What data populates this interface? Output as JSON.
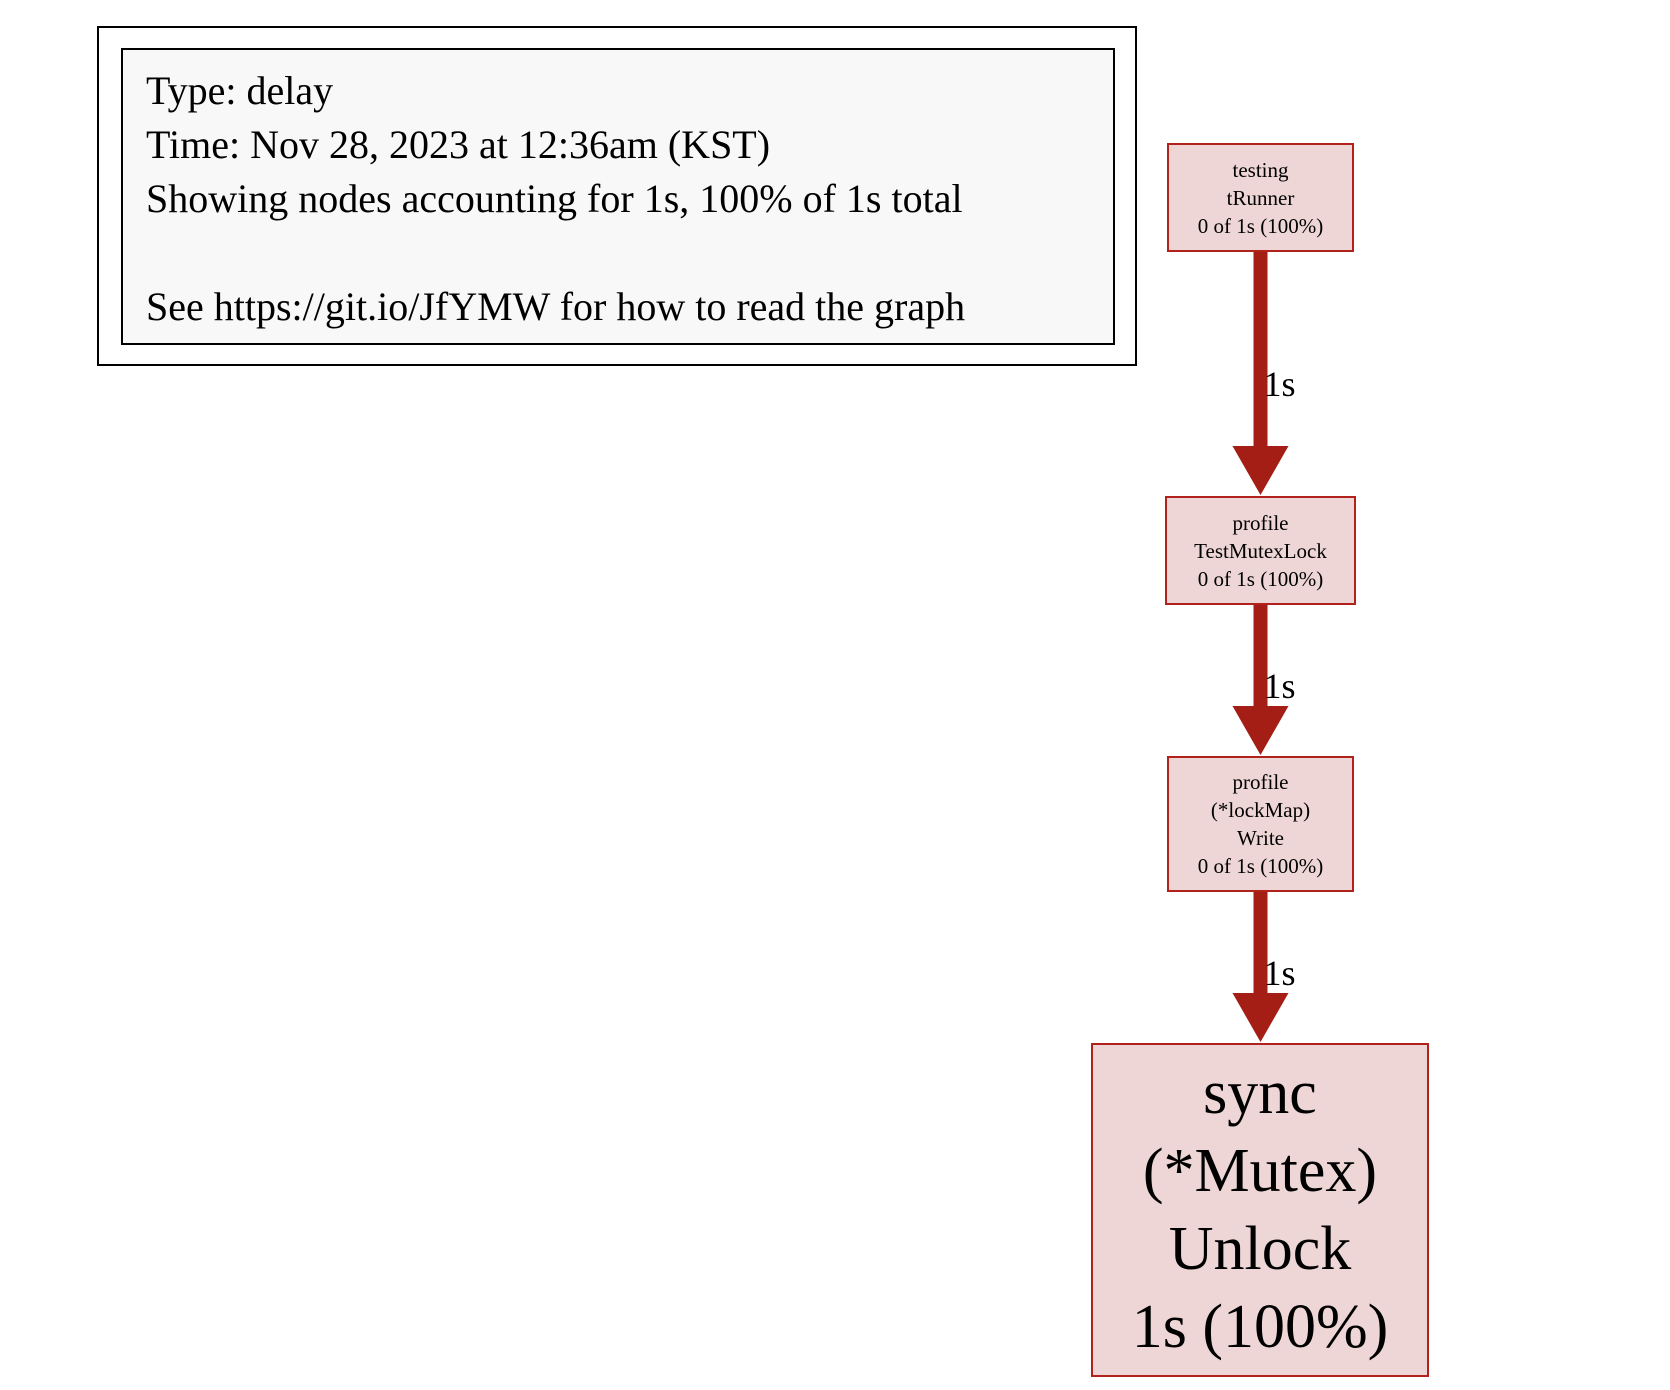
{
  "legend": {
    "type_line": "Type: delay",
    "time_line": "Time: Nov 28, 2023 at 12:36am (KST)",
    "showing_line": "Showing nodes accounting for 1s, 100% of 1s total",
    "see_line": "See https://git.io/JfYMW for how to read the graph"
  },
  "colors": {
    "node_fill": "#edd6d5",
    "node_border": "#b2221d",
    "edge": "#a41e16",
    "legend_fill": "#f8f8f8"
  },
  "nodes": [
    {
      "id": "trunner",
      "lines": [
        "testing",
        "tRunner",
        "0 of 1s (100%)"
      ]
    },
    {
      "id": "testmutexlock",
      "lines": [
        "profile",
        "TestMutexLock",
        "0 of 1s (100%)"
      ]
    },
    {
      "id": "lockmap-write",
      "lines": [
        "profile",
        "(*lockMap)",
        "Write",
        "0 of 1s (100%)"
      ]
    },
    {
      "id": "mutex-unlock",
      "lines": [
        "sync",
        "(*Mutex)",
        "Unlock",
        "1s (100%)"
      ]
    }
  ],
  "edges": [
    {
      "from": "trunner",
      "to": "testmutexlock",
      "label": "1s"
    },
    {
      "from": "testmutexlock",
      "to": "lockmap-write",
      "label": "1s"
    },
    {
      "from": "lockmap-write",
      "to": "mutex-unlock",
      "label": "1s"
    }
  ]
}
